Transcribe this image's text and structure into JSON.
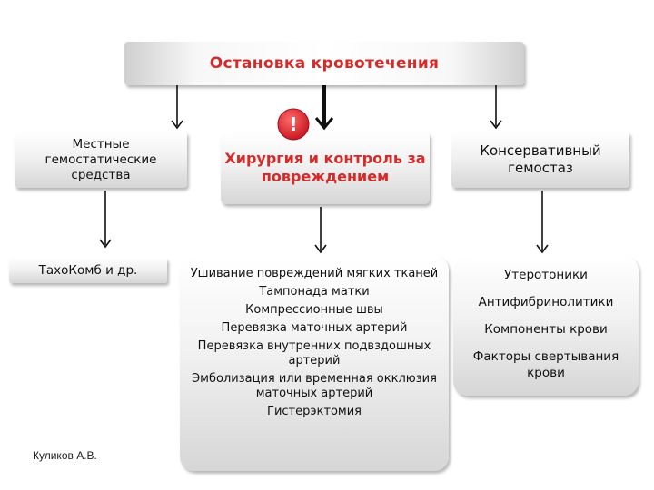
{
  "title": "Остановка кровотечения",
  "branches": {
    "local": {
      "label": "Местные гемостатические средства",
      "items": [
        "ТахоКомб и др."
      ]
    },
    "surgery": {
      "label": "Хирургия и контроль за повреждением",
      "items": [
        "Ушивание повреждений мягких тканей",
        "Тампонада матки",
        "Компрессионные швы",
        "Перевязка маточных артерий",
        "Перевязка внутренних подвздошных артерий",
        "Эмболизация или временная окклюзия маточных артерий",
        "Гистерэктомия"
      ]
    },
    "conservative": {
      "label": "Консервативный гемостаз",
      "items": [
        "Утеротоники",
        "Антифибринолитики",
        "Компоненты крови",
        "Факторы свертывания крови"
      ]
    }
  },
  "alert_icon": {
    "icon": "exclamation-icon",
    "symbol": "!",
    "color": "#e0303a"
  },
  "author": "Куликов А.В.",
  "colors": {
    "accent": "#d42a2a"
  }
}
